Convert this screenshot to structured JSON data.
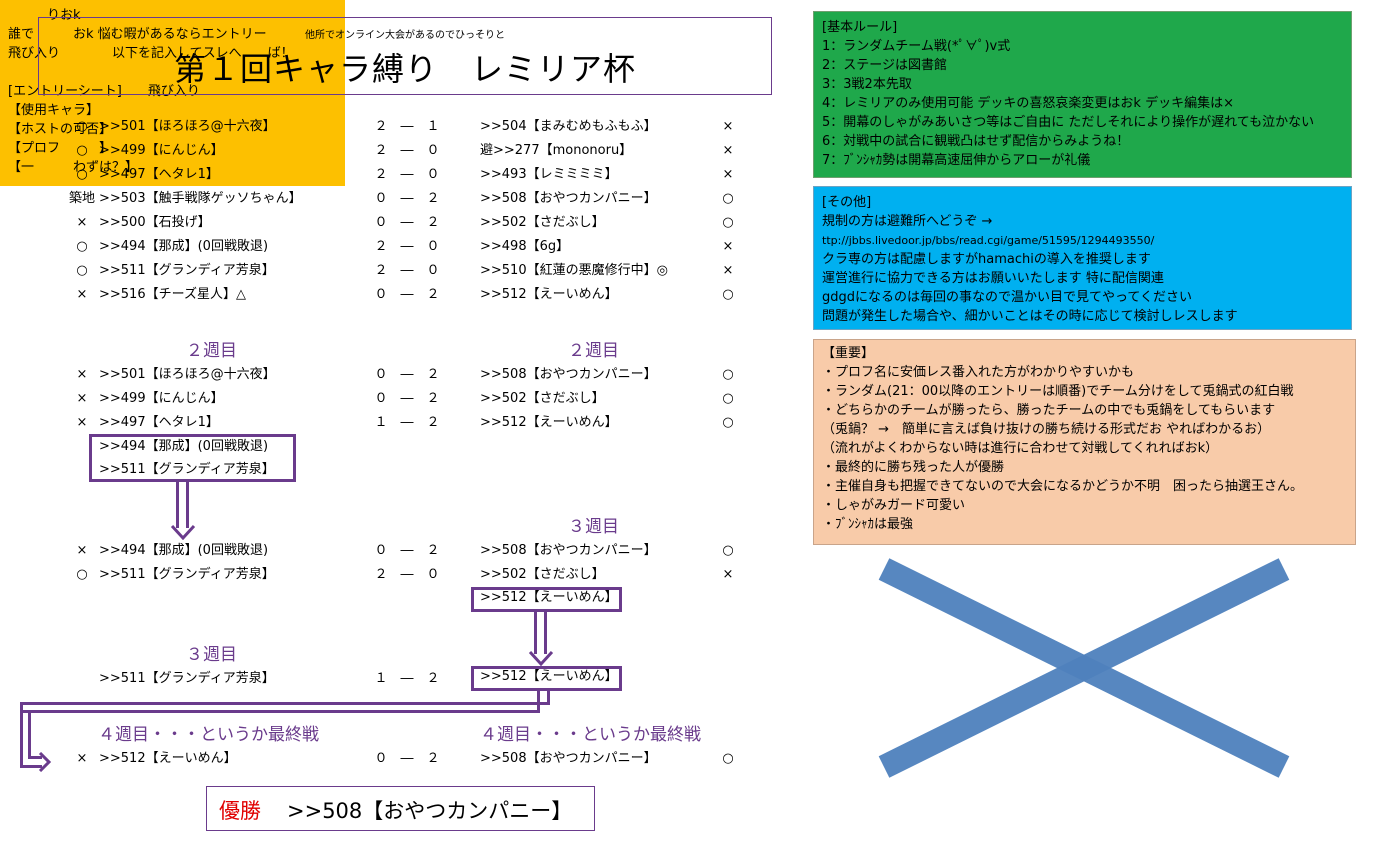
{
  "title": {
    "sub": "他所でオンライン大会があるのでひっそりと",
    "main": "第１回キャラ縛り　レミリア杯"
  },
  "round1": [
    {
      "lmark": "○",
      "left": ">>501【ほろほろ@十六夜】",
      "score": "２　―　１",
      "right": ">>504【まみむめもふもふ】",
      "rmark": "×"
    },
    {
      "lmark": "○",
      "left": ">>499【にんじん】",
      "score": "２　―　０",
      "right": "避>>277【mononoru】",
      "rmark": "×"
    },
    {
      "lmark": "○",
      "left": ">>497【ヘタレ1】",
      "score": "２　―　０",
      "right": ">>493【レミミミミ】",
      "rmark": "×"
    },
    {
      "lmark": "築地",
      "left": ">>503【触手戦隊ゲッソちゃん】",
      "score": "０　―　２",
      "right": ">>508【おやつカンパニー】",
      "rmark": "○"
    },
    {
      "lmark": "×",
      "left": ">>500【石投げ】",
      "score": "０　―　２",
      "right": ">>502【さだぶし】",
      "rmark": "○"
    },
    {
      "lmark": "○",
      "left": ">>494【那成】(0回戦敗退)",
      "score": "２　―　０",
      "right": ">>498【6g】",
      "rmark": "×"
    },
    {
      "lmark": "○",
      "left": ">>511【グランディア芳泉】",
      "score": "２　―　０",
      "right": ">>510【紅蓮の悪魔修行中】◎",
      "rmark": "×"
    },
    {
      "lmark": "×",
      "left": ">>516【チーズ星人】△",
      "score": "０　―　２",
      "right": ">>512【えーいめん】",
      "rmark": "○"
    }
  ],
  "week2_left": "２週目",
  "week2_right": "２週目",
  "round2": [
    {
      "lmark": "×",
      "left": ">>501【ほろほろ@十六夜】",
      "score": "０　―　２",
      "right": ">>508【おやつカンパニー】",
      "rmark": "○"
    },
    {
      "lmark": "×",
      "left": ">>499【にんじん】",
      "score": "０　―　２",
      "right": ">>502【さだぶし】",
      "rmark": "○"
    },
    {
      "lmark": "×",
      "left": ">>497【ヘタレ1】",
      "score": "１　―　２",
      "right": ">>512【えーいめん】",
      "rmark": "○"
    }
  ],
  "bye2": [
    ">>494【那成】(0回戦敗退)",
    ">>511【グランディア芳泉】"
  ],
  "week3_right": "３週目",
  "round3": [
    {
      "lmark": "×",
      "left": ">>494【那成】(0回戦敗退)",
      "score": "０　―　２",
      "right": ">>508【おやつカンパニー】",
      "rmark": "○"
    },
    {
      "lmark": "○",
      "left": ">>511【グランディア芳泉】",
      "score": "２　―　０",
      "right": ">>502【さだぶし】",
      "rmark": "×"
    }
  ],
  "bye3": ">>512【えーいめん】",
  "week3_left": "３週目",
  "round3b": {
    "left": ">>511【グランディア芳泉】",
    "score": "１　―　２",
    "right": ">>512【えーいめん】"
  },
  "week4_left": "４週目・・・というか最終戦",
  "week4_right": "４週目・・・というか最終戦",
  "final": {
    "lmark": "×",
    "left": ">>512【えーいめん】",
    "score": "０　―　２",
    "right": ">>508【おやつカンパニー】",
    "rmark": "○"
  },
  "winner": {
    "label": "優勝",
    "name": ">>508【おやつカンパニー】"
  },
  "rules": [
    "[基本ルール]",
    "1：ランダムチーム戦(*ﾟ∀ﾟ)v式",
    "2：ステージは図書館",
    "3：3戦2本先取",
    "4：レミリアのみ使用可能 デッキの喜怒哀楽変更はおk デッキ編集は×",
    "5：開幕のしゃがみあいさつ等はご自由に ただしそれにより操作が遅れても泣かない",
    "6：対戦中の試合に観戦凸はせず配信からみようね！",
    "7：ﾌﾞﾝｼｬｶ勢は開幕高速屈伸からアローが礼儀"
  ],
  "other": {
    "heading": "[その他]",
    "line1": "規制の方は避難所へどうぞ →",
    "url": "ttp://jbbs.livedoor.jp/bbs/read.cgi/game/51595/1294493550/",
    "line3": "クラ専の方は配慮しますがhamachiの導入を推奨します",
    "line4": "運営進行に協力できる方はお願いいたします 特に配信関連",
    "line5": "gdgdになるのは毎回の事なので温かい目で見てやってください",
    "line6": "問題が発生した場合や、細かいことはその時に応じて検討しレスします"
  },
  "important": [
    "【重要】",
    "・プロフ名に安価レス番入れた方がわかりやすいかも",
    "・ランダム(21：00以降のエントリーは順番)でチーム分けをして兎鍋式の紅白戦",
    "・どちらかのチームが勝ったら、勝ったチームの中でも兎鍋をしてもらいます",
    "（兎鍋？ →　簡単に言えば負け抜けの勝ち続ける形式だお やればわかるお）",
    "（流れがよくわからない時は進行に合わせて対戦してくれればおk）",
    "・最終的に勝ち残った人が優勝",
    "・主催自身も把握できてないので大会になるかどうか不明　困ったら抽選王さん。",
    "・しゃがみガード可愛い",
    "・ﾌﾞﾝｼｬｶは最強"
  ],
  "entry": [
    "　　　りおk",
    "誰で　　　おk 悩む暇があるならエントリー",
    "飛び入り　　　　以下を記入してスレへ　　ば！",
    "",
    "[エントリーシート]　　飛び入り",
    "【使用キャラ】",
    "【ホストの可否】",
    "【プロフ　　　】",
    "【一　　　わずは？】"
  ],
  "colors": {
    "accent": "#6a3b8c",
    "cross": "#4f81bd",
    "rules": "#1fa84b",
    "other": "#00b0f0",
    "important": "#f8cba9",
    "entry": "#fdc000",
    "winner": "#e00000"
  }
}
